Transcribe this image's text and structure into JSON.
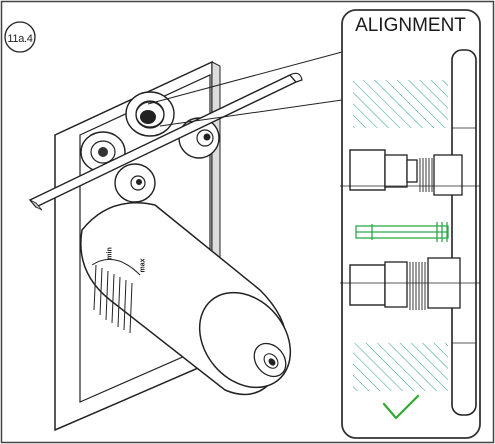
{
  "step": {
    "label": "11a.4"
  },
  "detail_panel": {
    "title": "ALIGNMENT",
    "check_color": "#33aa33",
    "highlight_color": "#2fa84a"
  },
  "cartridge": {
    "min_label": "min",
    "max_label": "max"
  },
  "colors": {
    "line": "#1a1a1a",
    "hatch": "#2a9d8f",
    "frame": "#555555"
  }
}
